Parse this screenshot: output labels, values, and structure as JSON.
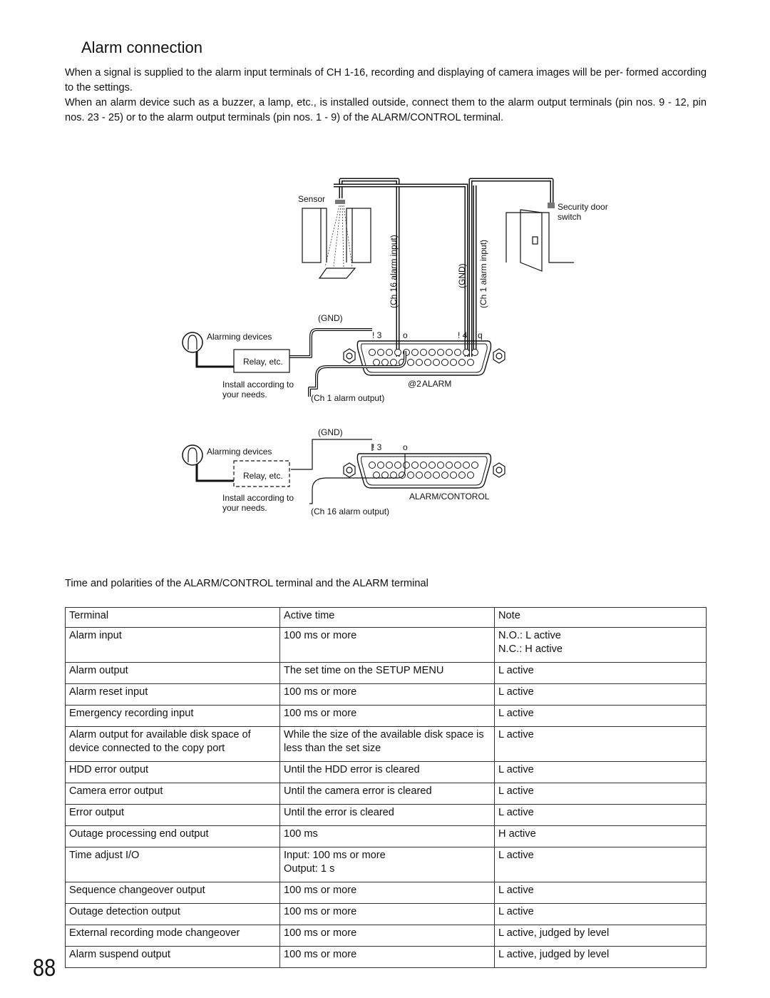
{
  "page": {
    "title": "Alarm connection",
    "intro_1": "When a signal is supplied to the alarm input terminals of CH 1-16, recording and displaying of camera images will be per- formed according to the settings.",
    "intro_2": "When an alarm device such as a buzzer, a lamp, etc., is installed outside, connect them to the alarm output terminals (pin nos. 9 - 12, pin nos. 23 - 25) or to the alarm output terminals (pin nos. 1 - 9) of the ALARM/CONTROL terminal.",
    "page_number": "88"
  },
  "diagram": {
    "sensor": "Sensor",
    "security_door_1": "Security door",
    "security_door_2": "switch",
    "ch16_input": "(Ch 16 alarm input)",
    "gnd_vertical": "(GND)",
    "ch1_input": "(Ch 1 alarm input)",
    "upper": {
      "gnd": "(GND)",
      "alarming": "Alarming devices",
      "relay": "Relay, etc.",
      "install_1": "Install according to",
      "install_2": "your needs.",
      "pin_left": "! 3",
      "pin_mid": "o",
      "pin_right": "! 4",
      "pin_q": "q",
      "connector_mark": "@2",
      "connector": "ALARM",
      "output": "(Ch 1 alarm output)"
    },
    "lower": {
      "gnd": "(GND)",
      "alarming": "Alarming devices",
      "relay": "Relay, etc.",
      "install_1": "Install according to",
      "install_2": "your needs.",
      "pin_left": "! 3",
      "pin_mid": "o",
      "connector": "ALARM/CONTOROL",
      "output": "(Ch 16 alarm output)"
    }
  },
  "table": {
    "caption": "Time and polarities of the ALARM/CONTROL terminal and the ALARM terminal",
    "headers": [
      "Terminal",
      "Active time",
      "Note"
    ],
    "rows": [
      [
        "Alarm input",
        "100 ms or more",
        "N.O.: L active\nN.C.: H active"
      ],
      [
        "Alarm output",
        "The set time on the SETUP MENU",
        "L active"
      ],
      [
        "Alarm reset input",
        "100 ms or more",
        "L active"
      ],
      [
        "Emergency recording input",
        "100 ms or more",
        "L active"
      ],
      [
        "Alarm output for available disk space of device connected to the copy port",
        "While the size of the available disk space is less than the set size",
        "L active"
      ],
      [
        "HDD error output",
        "Until the HDD error is cleared",
        "L active"
      ],
      [
        "Camera error output",
        "Until the camera error is cleared",
        "L active"
      ],
      [
        "Error output",
        "Until the error is cleared",
        "L active"
      ],
      [
        "Outage processing end output",
        "100 ms",
        "H active"
      ],
      [
        "Time adjust I/O",
        "Input: 100 ms or more\nOutput: 1 s",
        "L active"
      ],
      [
        "Sequence changeover output",
        "100 ms or more",
        "L active"
      ],
      [
        "Outage detection output",
        "100 ms or more",
        "L active"
      ],
      [
        "External recording mode changeover",
        "100 ms or more",
        "L active, judged by level"
      ],
      [
        "Alarm suspend output",
        "100 ms or more",
        "L active, judged by level"
      ]
    ]
  }
}
